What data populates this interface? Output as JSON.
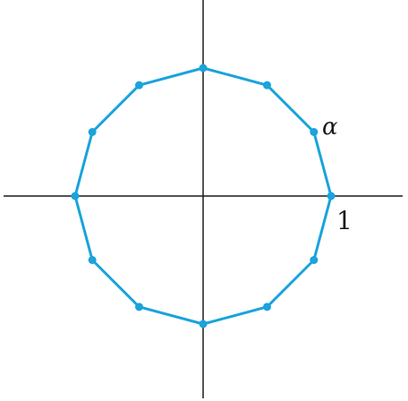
{
  "figure": {
    "n_vertices": 12,
    "colors": {
      "polygon": "#1aa3dc",
      "axes": "#1a1a1a",
      "text": "#1a1a1a"
    },
    "labels": {
      "alpha": "α",
      "one": "1"
    }
  }
}
